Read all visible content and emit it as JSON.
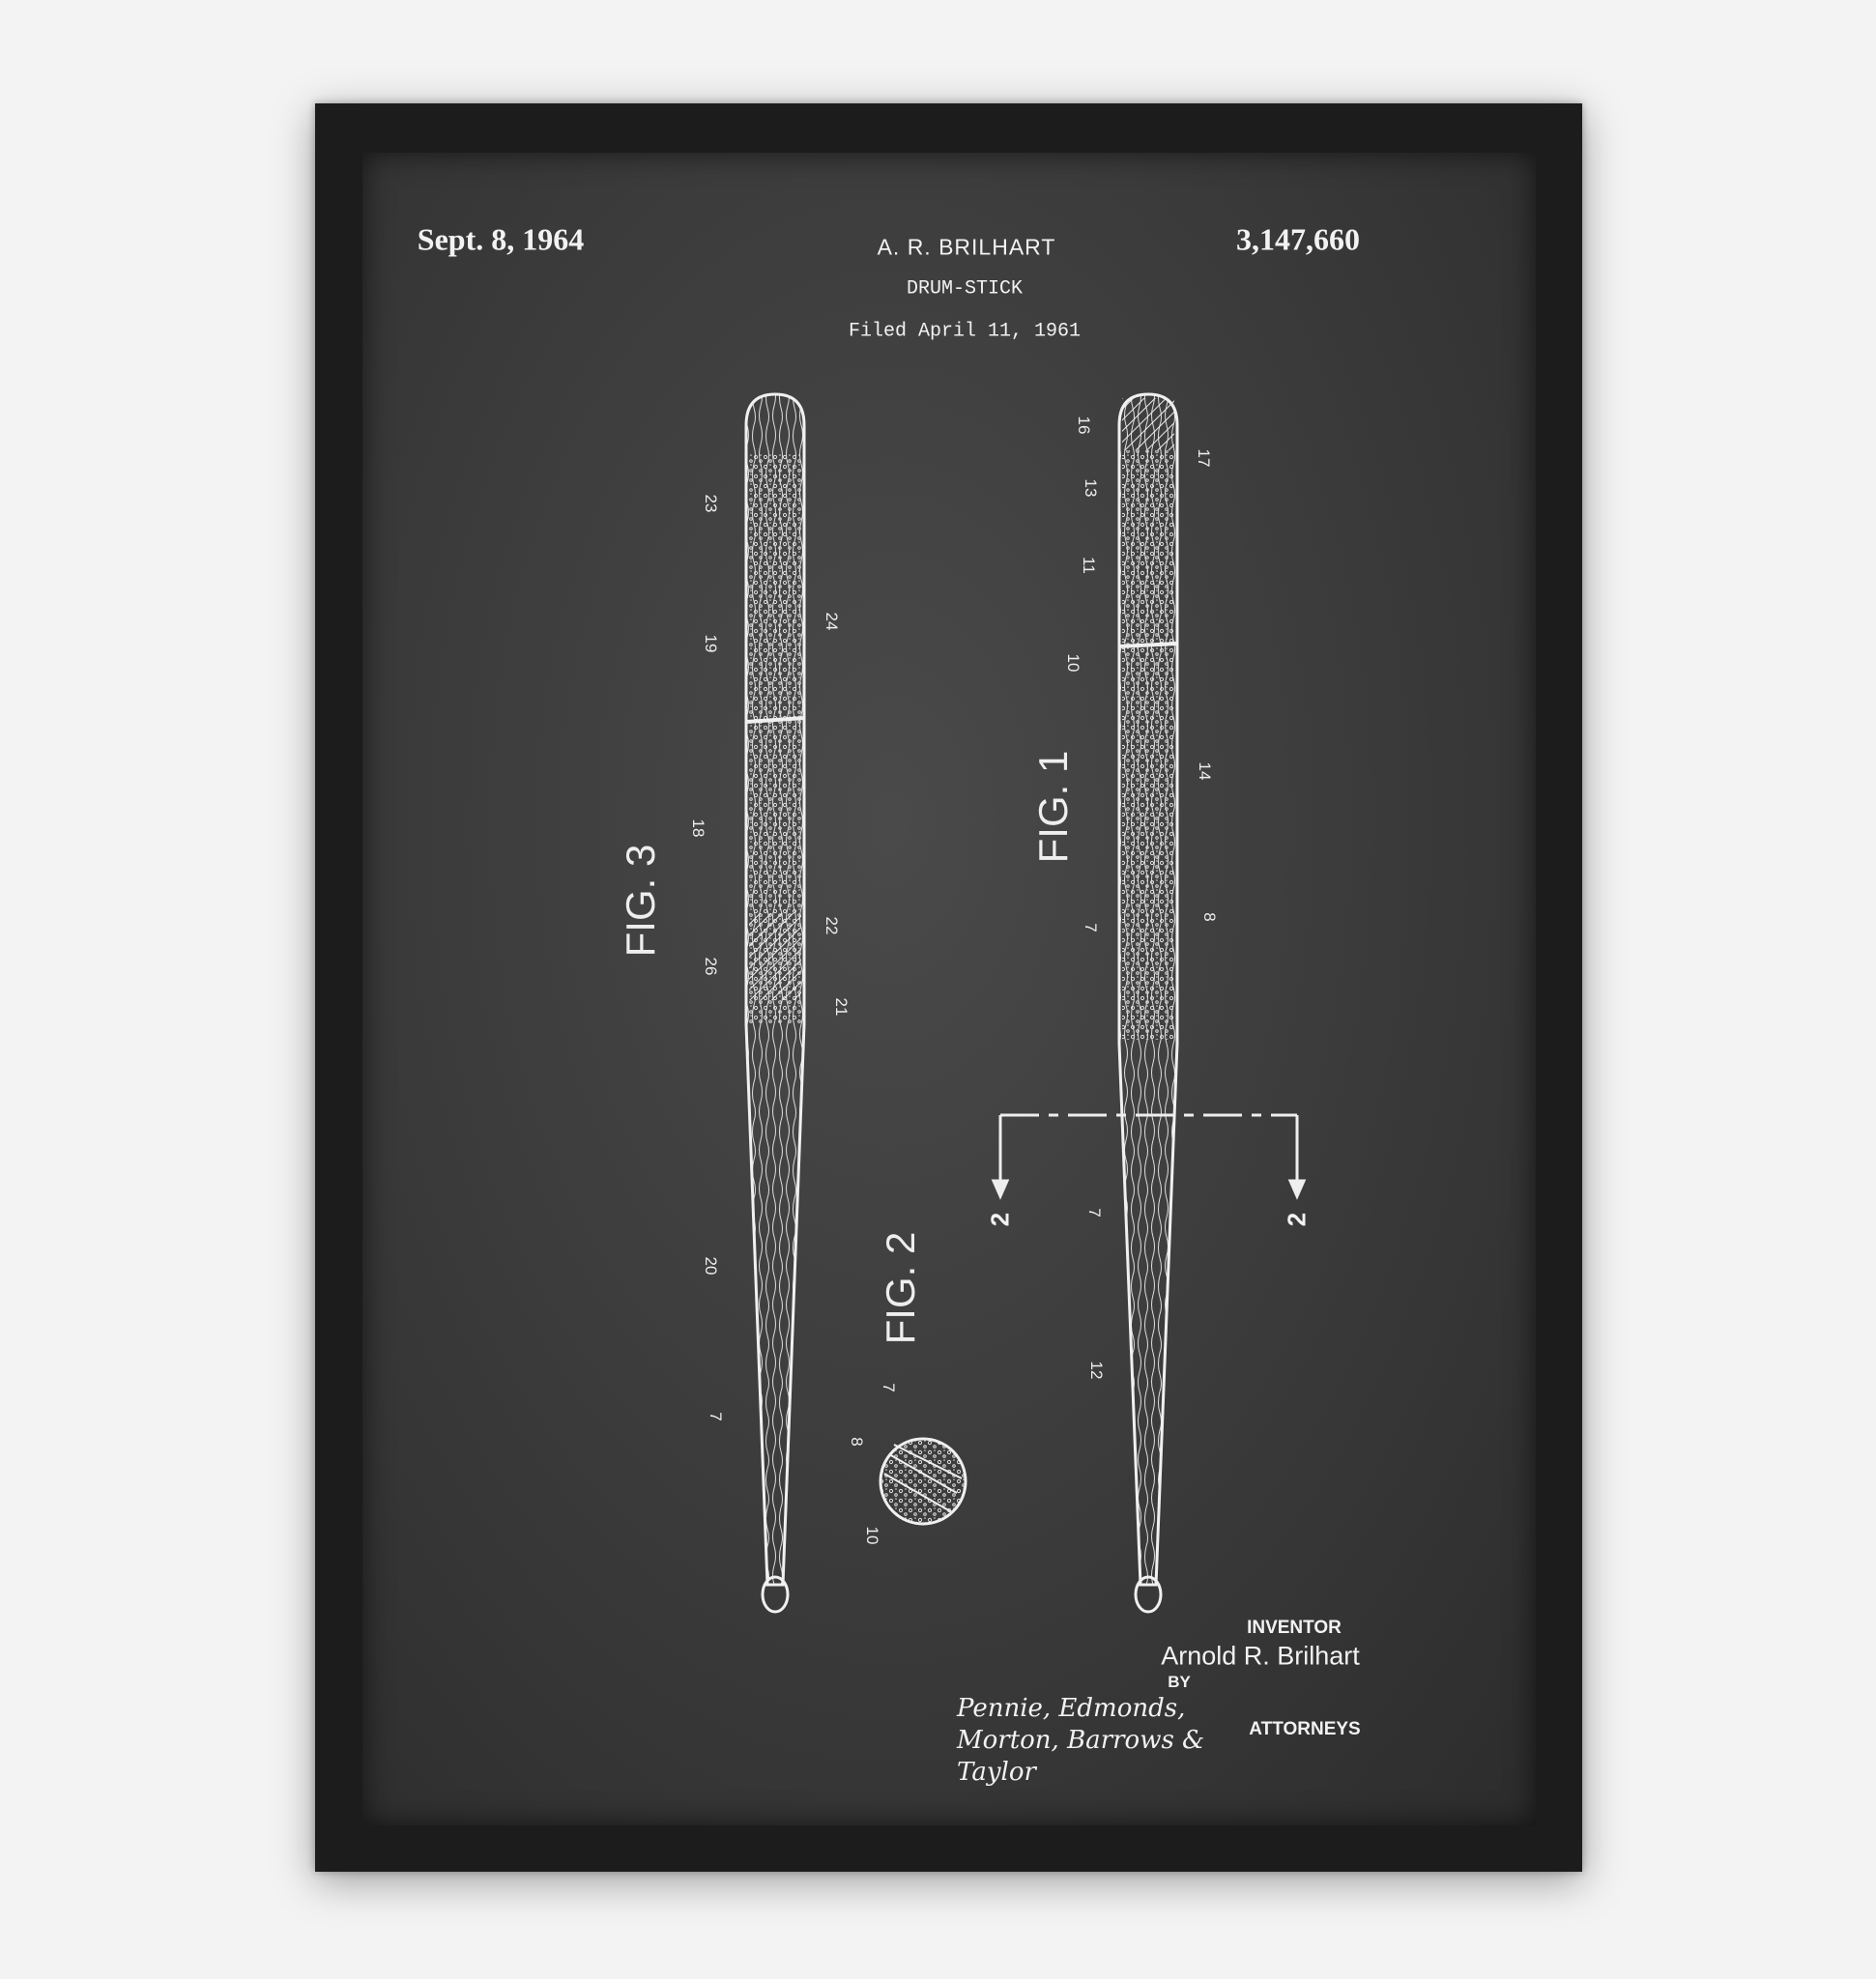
{
  "header": {
    "date": "Sept. 8, 1964",
    "inventor_short": "A. R. BRILHART",
    "title": "DRUM-STICK",
    "filed": "Filed April 11, 1961",
    "patent_number": "3,147,660"
  },
  "figures": {
    "fig1": "FIG. 1",
    "fig2": "FIG. 2",
    "fig3": "FIG. 3",
    "section_left": "2",
    "section_right": "2"
  },
  "refs": {
    "fig3": [
      "23",
      "24",
      "19",
      "18",
      "22",
      "26",
      "21",
      "20",
      "7"
    ],
    "fig1": [
      "16",
      "17",
      "13",
      "11",
      "10",
      "14",
      "7",
      "8",
      "7",
      "12"
    ],
    "fig2": [
      "7",
      "8",
      "10"
    ]
  },
  "inventor": {
    "label": "INVENTOR",
    "name": "Arnold R. Brilhart",
    "by": "BY",
    "signature": "Pennie, Edmonds, Morton, Barrows & Taylor",
    "attorneys": "ATTORNEYS"
  },
  "colors": {
    "frame": "#1c1c1c",
    "board": "#3a3a3a",
    "ink": "#f2f2f2",
    "wall": "#f3f3f3"
  }
}
